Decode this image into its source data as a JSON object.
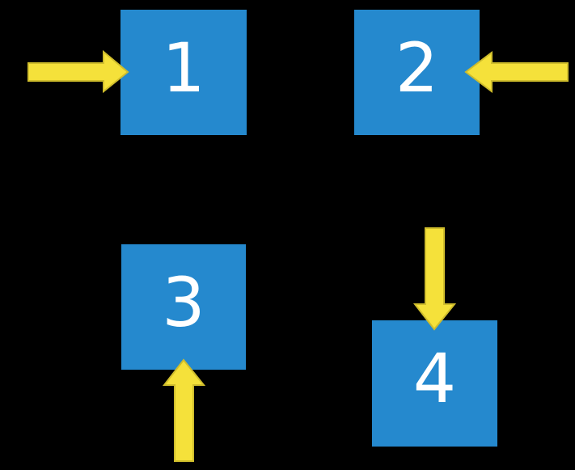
{
  "diagram": {
    "background": "#000000",
    "squares": [
      {
        "label": "1",
        "incoming_arrow": "right"
      },
      {
        "label": "2",
        "incoming_arrow": "left"
      },
      {
        "label": "3",
        "incoming_arrow": "up"
      },
      {
        "label": "4",
        "incoming_arrow": "down"
      }
    ],
    "colors": {
      "square_fill": "#2589CE",
      "label_text": "#FFFFFF",
      "arrow_fill": "#F5E13A",
      "arrow_outline": "#CFBD2C"
    }
  }
}
